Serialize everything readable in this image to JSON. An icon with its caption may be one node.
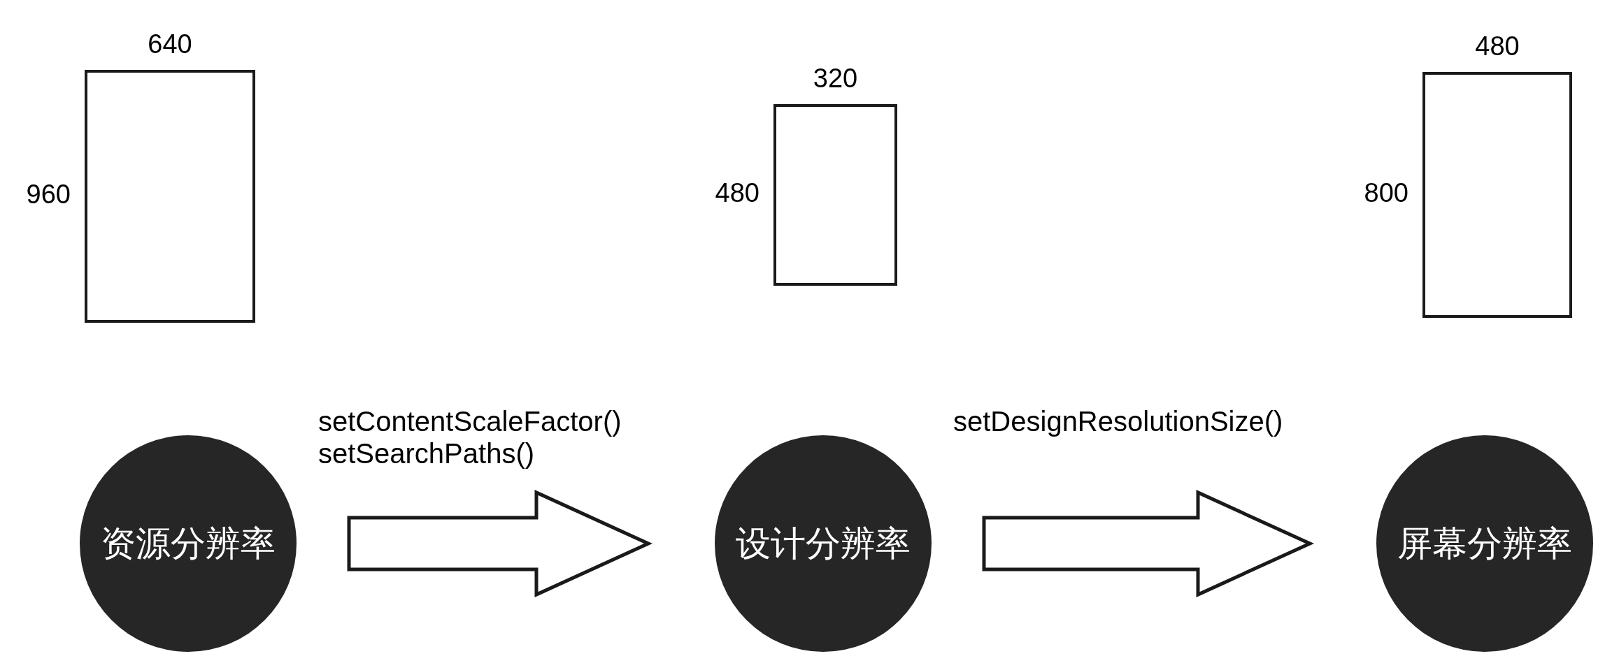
{
  "diagram": {
    "nodes": [
      {
        "text": [],
        "shape": "box",
        "beside": [
          "640",
          "960"
        ]
      },
      {
        "text": [],
        "shape": "box",
        "beside": [
          "320",
          "480"
        ]
      },
      {
        "text": [],
        "shape": "box",
        "beside": [
          "480",
          "800"
        ]
      },
      {
        "text": [
          "资源分辨率"
        ]
      },
      {
        "text": [
          "设计分辨率"
        ]
      },
      {
        "text": [
          "屏幕分辨率"
        ]
      }
    ],
    "edges": [
      {
        "from": 3,
        "to": 4,
        "arrow": "to",
        "label": "setContentScaleFactor() setSearchPaths()"
      },
      {
        "from": 4,
        "to": 5,
        "arrow": "to",
        "label": "setDesignResolutionSize()"
      }
    ]
  }
}
